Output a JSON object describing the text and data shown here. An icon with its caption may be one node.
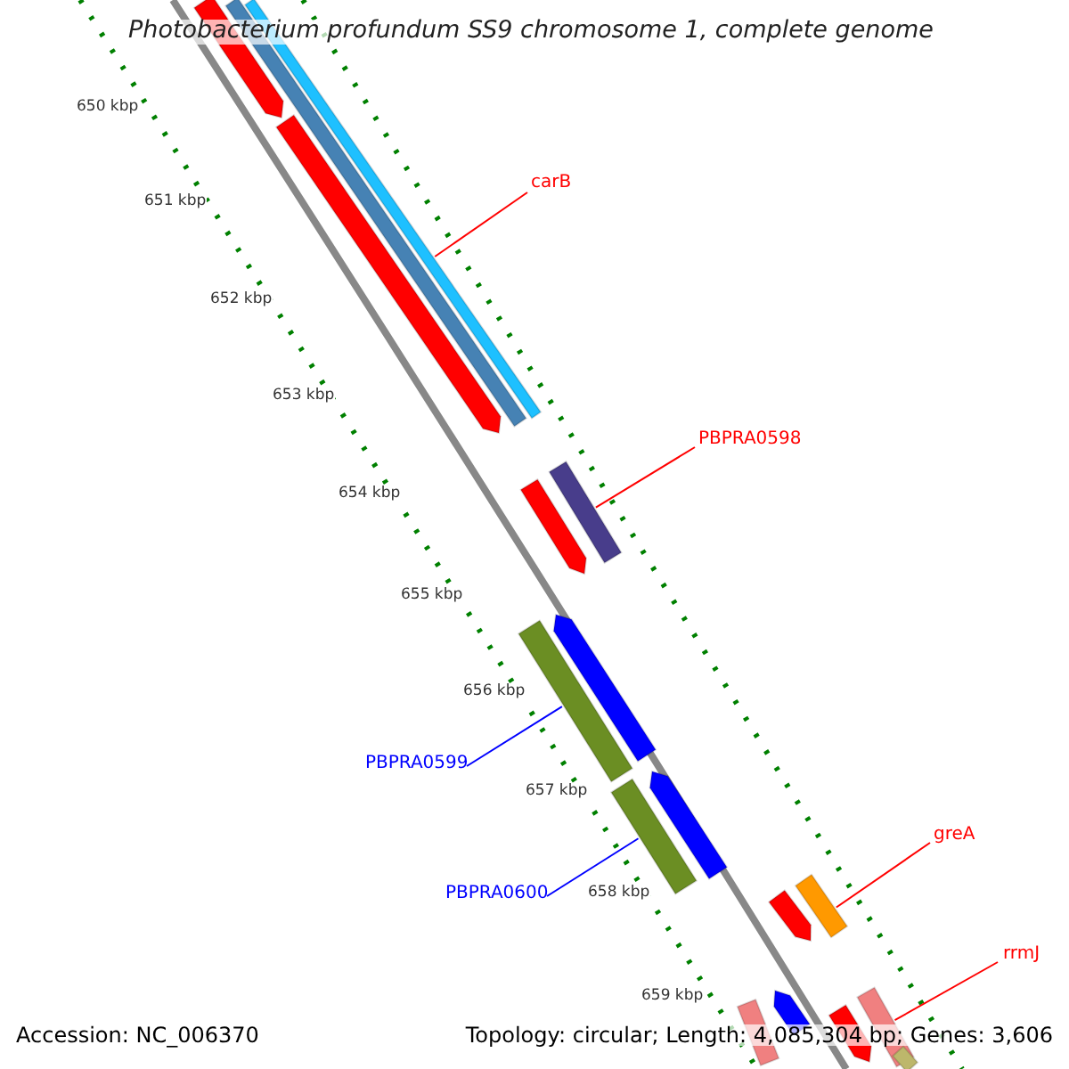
{
  "diagram": {
    "title": "Photobacterium profundum SS9 chromosome 1, complete genome",
    "nodes": [
      {
        "text": [
          "carB"
        ]
      },
      {
        "text": [
          "PBPRA0598"
        ]
      },
      {
        "text": [
          "PBPRA0599"
        ]
      },
      {
        "text": [
          "PBPRA0600"
        ]
      },
      {
        "text": [
          "greA"
        ]
      },
      {
        "text": [
          "rrmJ"
        ]
      },
      {
        "text": [],
        "shape": "bar"
      },
      {
        "text": [],
        "shape": "bar"
      },
      {
        "text": [],
        "shape": "bar"
      },
      {
        "text": [],
        "shape": "bar"
      },
      {
        "text": [],
        "shape": "bar"
      },
      {
        "text": [],
        "shape": "bar"
      },
      {
        "text": [],
        "shape": "bar"
      },
      {
        "text": [],
        "shape": "bar"
      },
      {
        "text": [],
        "shape": "bar"
      },
      {
        "text": [],
        "shape": "bar"
      },
      {
        "text": [],
        "shape": "bar"
      },
      {
        "text": [],
        "shape": "bar"
      },
      {
        "text": [],
        "shape": "bar"
      },
      {
        "text": [],
        "shape": "bar"
      },
      {
        "text": [],
        "shape": "bar"
      },
      {
        "text": [],
        "shape": "bar"
      },
      {
        "text": [],
        "shape": "bar"
      }
    ],
    "edges": [
      {
        "from": 0,
        "to": 9,
        "arrow": "none",
        "color": "#ff0000"
      },
      {
        "from": 1,
        "to": 11,
        "arrow": "none",
        "color": "#ff0000"
      },
      {
        "from": 2,
        "to": 12,
        "arrow": "none",
        "color": "#0000ff"
      },
      {
        "from": 3,
        "to": 14,
        "arrow": "none",
        "color": "#0000ff"
      },
      {
        "from": 4,
        "to": 17,
        "arrow": "none",
        "color": "#ff0000"
      },
      {
        "from": 5,
        "to": 21,
        "arrow": "none",
        "color": "#ff0000"
      }
    ],
    "labels": [
      "650 kbp",
      "651 kbp",
      "652 kbp",
      "653 kbp",
      "654 kbp",
      "655 kbp",
      "656 kbp",
      "657 kbp",
      "658 kbp",
      "659 kbp",
      "Accession: NC_006370",
      "Topology: circular; Length: 4,085,304 bp; Genes: 3,606"
    ]
  }
}
